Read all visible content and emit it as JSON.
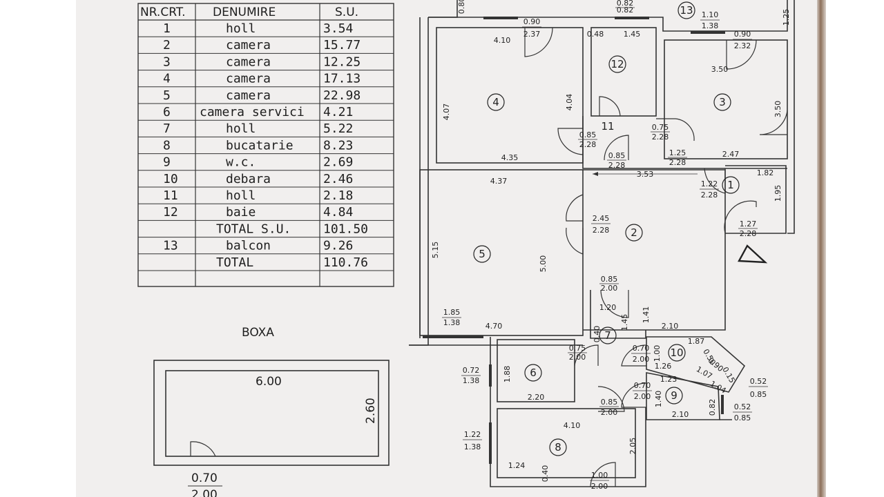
{
  "table": {
    "headers": [
      "NR.CRT.",
      "DENUMIRE",
      "S.U."
    ],
    "rows": [
      [
        "1",
        "holl",
        "3.54"
      ],
      [
        "2",
        "camera",
        "15.77"
      ],
      [
        "3",
        "camera",
        "12.25"
      ],
      [
        "4",
        "camera",
        "17.13"
      ],
      [
        "5",
        "camera",
        "22.98"
      ],
      [
        "6",
        "camera servici",
        "4.21"
      ],
      [
        "7",
        "holl",
        "5.22"
      ],
      [
        "8",
        "bucatarie",
        "8.23"
      ],
      [
        "9",
        "w.c.",
        "2.69"
      ],
      [
        "10",
        "debara",
        "2.46"
      ],
      [
        "11",
        "holl",
        "2.18"
      ],
      [
        "12",
        "baie",
        "4.84"
      ],
      [
        "",
        "TOTAL S.U.",
        "101.50"
      ],
      [
        "13",
        "balcon",
        "9.26"
      ],
      [
        "",
        "TOTAL",
        "110.76"
      ]
    ]
  },
  "boxa": {
    "title": "BOXA",
    "width": "6.00",
    "depth": "2.60",
    "door_w": "0.70",
    "door_h": "2.00"
  },
  "plan": {
    "room_numbers": [
      "1",
      "2",
      "3",
      "4",
      "5",
      "6",
      "7",
      "8",
      "9",
      "10",
      "11",
      "12",
      "13"
    ],
    "dims": {
      "top1a": "1.10",
      "top1b": "1.38",
      "top2a": "0.82",
      "top2b": "0.82",
      "topc": "0.80",
      "balc_a": "1.10",
      "balc_b": "1.38",
      "r13_w": "1.25",
      "d4a": "0.90",
      "d4b": "2.37",
      "r4_top": "4.10",
      "r12_a": "0.48",
      "r12_b": "1.45",
      "d3a": "0.90",
      "d3b": "2.32",
      "r3_top": "3.50",
      "r4_left": "4.07",
      "r4_right": "4.04",
      "r3_right": "3.50",
      "d11a": "0.85",
      "d11b": "2.28",
      "d11c": "0.75",
      "d11d": "2.28",
      "d11e": "0.85",
      "d11f": "2.28",
      "d11g": "1.25",
      "d11h": "2.28",
      "r4_bottom": "4.35",
      "r3_bottom": "2.47",
      "r5_top": "4.37",
      "hall_len": "3.53",
      "r1_w": "1.82",
      "d1a": "1.22",
      "d1b": "2.28",
      "r1_h": "1.95",
      "d1c": "1.27",
      "d1d": "2.28",
      "d2a": "2.45",
      "d2b": "2.28",
      "r5_left": "5.15",
      "r5_right": "5.00",
      "d7a": "0.85",
      "d7b": "2.00",
      "r7_w": "1.20",
      "r7_h": "1.45",
      "r2_h": "1.41",
      "w5a": "1.85",
      "w5b": "1.38",
      "r5_bottom": "4.70",
      "r2_bottom": "2.10",
      "r7_x": "0.40",
      "r10_w": "1.87",
      "d6a": "0.75",
      "d6b": "2.00",
      "d10a": "0.70",
      "d10b": "2.00",
      "r10_h": "1.00",
      "r10_s": "1.26",
      "r10_d": "0.50",
      "r10_e": "0.90",
      "r10_f": "0.15",
      "w6a": "0.72",
      "w6b": "1.38",
      "r6_h": "1.88",
      "r9_a": "1.07",
      "r9_b": "1.04",
      "r9_w": "1.23",
      "d9a": "0.70",
      "d9b": "2.00",
      "r9_h": "1.40",
      "w9a": "0.52",
      "w9b": "0.85",
      "w9c": "0.52",
      "w9d": "0.85",
      "r6_w": "2.20",
      "d8a": "0.85",
      "d8b": "2.00",
      "r9_bottom": "2.10",
      "r9_side": "0.82",
      "r8_top": "4.10",
      "w8a": "1.22",
      "w8b": "1.38",
      "r8_right": "2.05",
      "r8_a": "1.24",
      "r8_b": "0.40",
      "d8c": "1.00",
      "d8d": "2.00"
    }
  },
  "colors": {
    "paper": "#f1efee",
    "ink": "#222222"
  }
}
